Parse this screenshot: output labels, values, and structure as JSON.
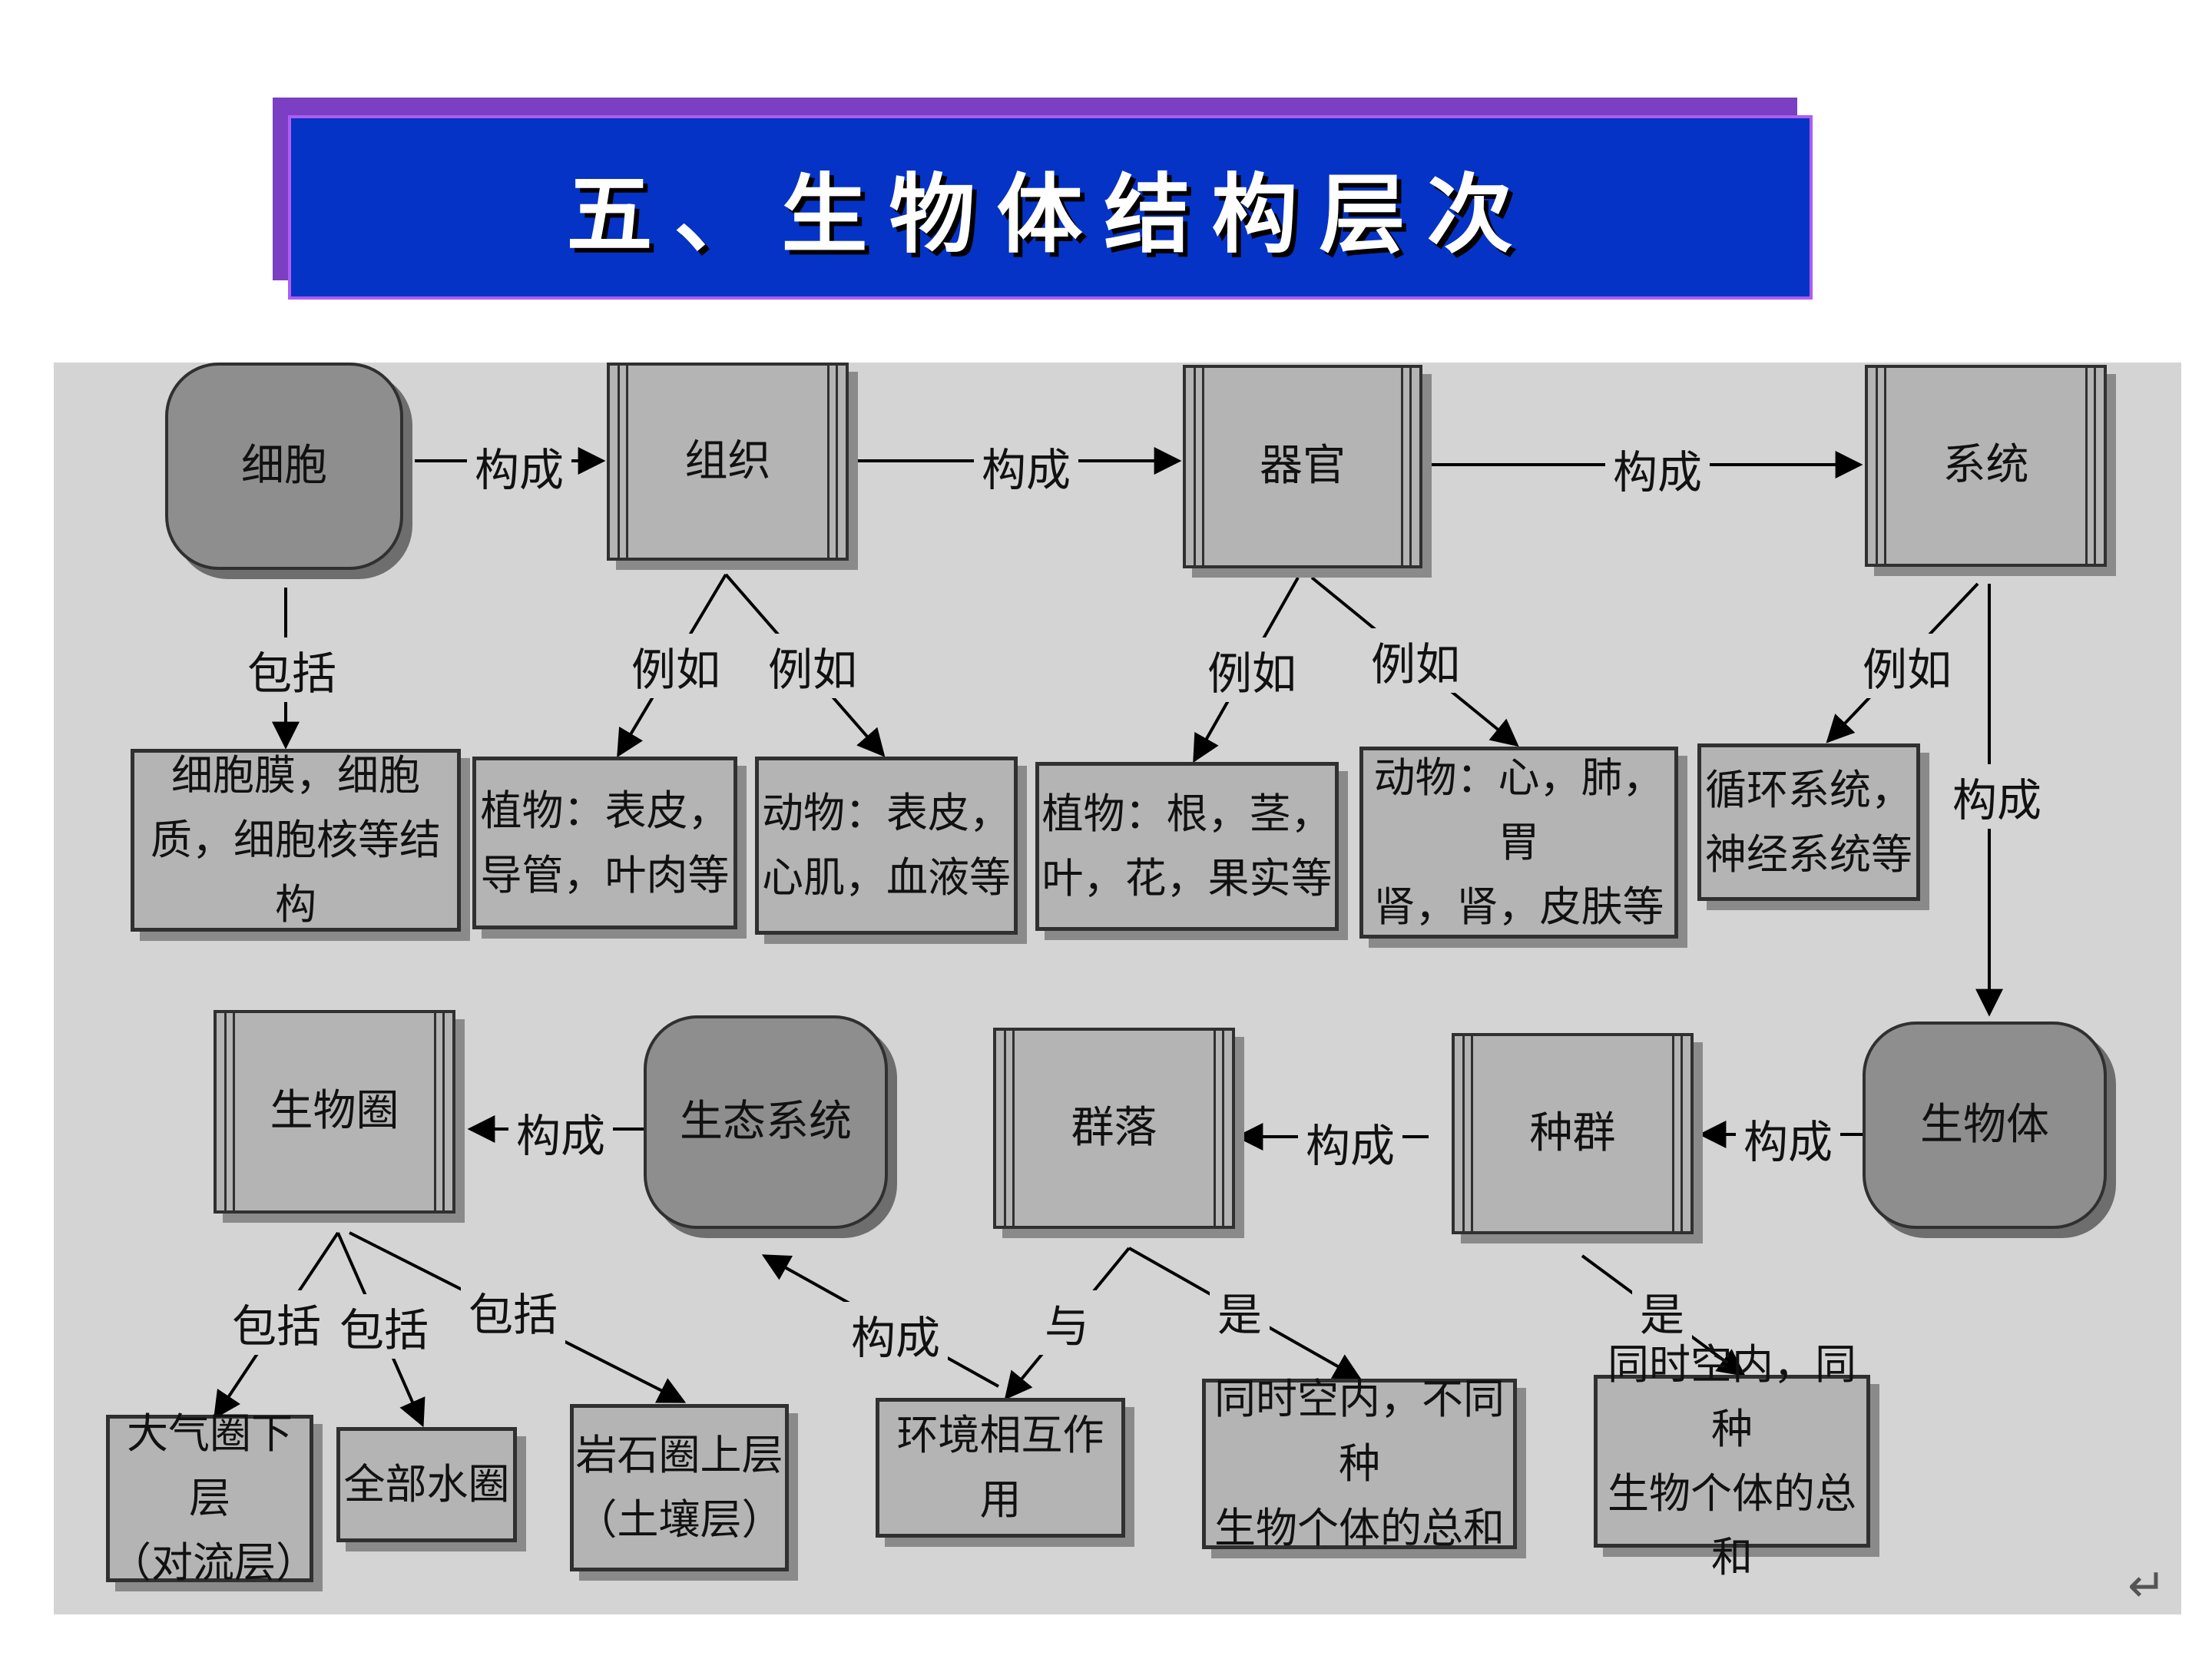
{
  "title": "五、生物体结构层次",
  "nodes": {
    "cell": "细胞",
    "tissue": "组织",
    "organ": "器官",
    "system": "系统",
    "organism": "生物体",
    "population": "种群",
    "community": "群落",
    "ecosystem": "生态系统",
    "biosphere": "生物圈"
  },
  "leaves": {
    "cell_parts": "细胞膜，细胞\n质，细胞核等结构",
    "plant_tissue": "植物：表皮，\n导管，叶肉等",
    "animal_tissue": "动物：表皮，\n心肌，血液等",
    "plant_organ": "植物：根，茎，\n叶，花，果实等",
    "animal_organ": "动物：心，肺，胃\n肾，肾，皮肤等",
    "systems": "循环系统，\n神经系统等",
    "atmosphere": "大气圈下层\n（对流层）",
    "hydrosphere": "全部水圈",
    "lithosphere": "岩石圈上层\n（土壤层）",
    "environment": "环境相互作用",
    "community_def": "同时空内，不同种\n生物个体的总和",
    "population_def": "同时空内，同种\n生物个体的总和"
  },
  "labels": {
    "compose": "构成",
    "include": "包括",
    "example": "例如",
    "with": "与",
    "is": "是"
  },
  "return_mark": "↵"
}
